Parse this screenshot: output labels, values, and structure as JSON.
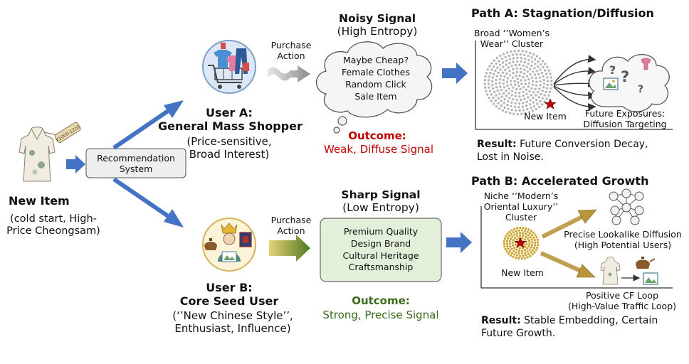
{
  "new_item": {
    "title": "New Item",
    "desc_lines": [
      "(cold start, High-",
      "Price Cheongsam)"
    ],
    "tag": "¥1000-1200"
  },
  "recommendation_system": {
    "lines": [
      "Recommendation",
      "System"
    ]
  },
  "user_a": {
    "title_lines": [
      "User A:",
      "General Mass Shopper"
    ],
    "desc_lines": [
      "(Price-sensitive,",
      "Broad Interest)"
    ],
    "action_lines": [
      "Purchase",
      "Action"
    ]
  },
  "user_b": {
    "title_lines": [
      "User B:",
      "Core Seed User"
    ],
    "desc_lines": [
      "(‘’New Chinese Style’’,",
      "Enthusiast, Influence)"
    ],
    "action_lines": [
      "Purchase",
      "Action"
    ]
  },
  "noisy_signal": {
    "title_lines": [
      "Noisy Signal",
      "(High Entropy)"
    ],
    "cloud_lines": [
      "Maybe Cheap?",
      "Female Clothes",
      "Random Click",
      "Sale Item"
    ],
    "outcome_label": "Outcome:",
    "outcome_text": "Weak, Diffuse Signal"
  },
  "sharp_signal": {
    "title_lines": [
      "Sharp Signal",
      "(Low Entropy)"
    ],
    "box_lines": [
      "Premium Quality",
      "Design Brand",
      "Cultural Heritage",
      "Craftsmanship"
    ],
    "outcome_label": "Outcome:",
    "outcome_text": "Strong, Precise Signal"
  },
  "path_a": {
    "title": "Path A: Stagnation/Diffusion",
    "cluster_lines": [
      "Broad ‘’Women’s",
      "Wear’’ Cluster"
    ],
    "new_item_label": "New Item",
    "future_lines": [
      "Future Exposures:",
      "Diffusion Targeting"
    ],
    "result_label": "Result:",
    "result_text": " Future Conversion Decay, Lost in Noise."
  },
  "path_b": {
    "title": "Path B: Accelerated Growth",
    "cluster_lines": [
      "Niche ‘’Modern’s",
      "Oriental Luxury’’",
      "Cluster"
    ],
    "new_item_label": "New Item",
    "lookalike_lines": [
      "Precise Lookalike Diffusion",
      "(High Potential Users)"
    ],
    "cf_lines": [
      "Positive CF Loop",
      "(High-Value Traffic Loop)"
    ],
    "result_label": "Result:",
    "result_text": " Stable Embedding, Certain Future Growth."
  },
  "colors": {
    "arrow_blue": "#4472c4",
    "outcome_red": "#c00000",
    "outcome_green": "#3a6b1a",
    "sharp_fill": "#e2efd9",
    "star_red": "#c00000",
    "dots_gray": "#b5b5b5",
    "dots_gold": "#c9a227"
  }
}
